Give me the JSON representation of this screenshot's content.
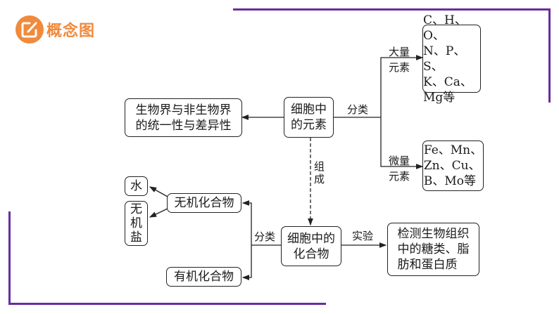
{
  "header": {
    "title": "概念图",
    "icon": "edit-pencil-icon",
    "accent_color": "#f08a3c"
  },
  "frame_color": "#6a2c9e",
  "nodes": {
    "cell_elements": "细胞中\n的元素",
    "unity_diversity": "生物界与非生物界\n的统一性与差异性",
    "macro_list": "C、H、O、\nN、P、S、\nK、Ca、\nMg等",
    "micro_list": "Fe、Mn、\nZn、Cu、\nB、Mo等",
    "cell_compounds": "细胞中的\n化合物",
    "inorganic": "无机化合物",
    "organic": "有机化合物",
    "water": "水",
    "salt": "无\n机\n盐",
    "detection": "检测生物组织\n中的糖类、脂\n肪和蛋白质"
  },
  "labels": {
    "classify_top": "分类",
    "macro": "大量\n元素",
    "micro": "微量\n元素",
    "compose": "组\n成",
    "classify_bottom": "分类",
    "experiment": "实验"
  }
}
